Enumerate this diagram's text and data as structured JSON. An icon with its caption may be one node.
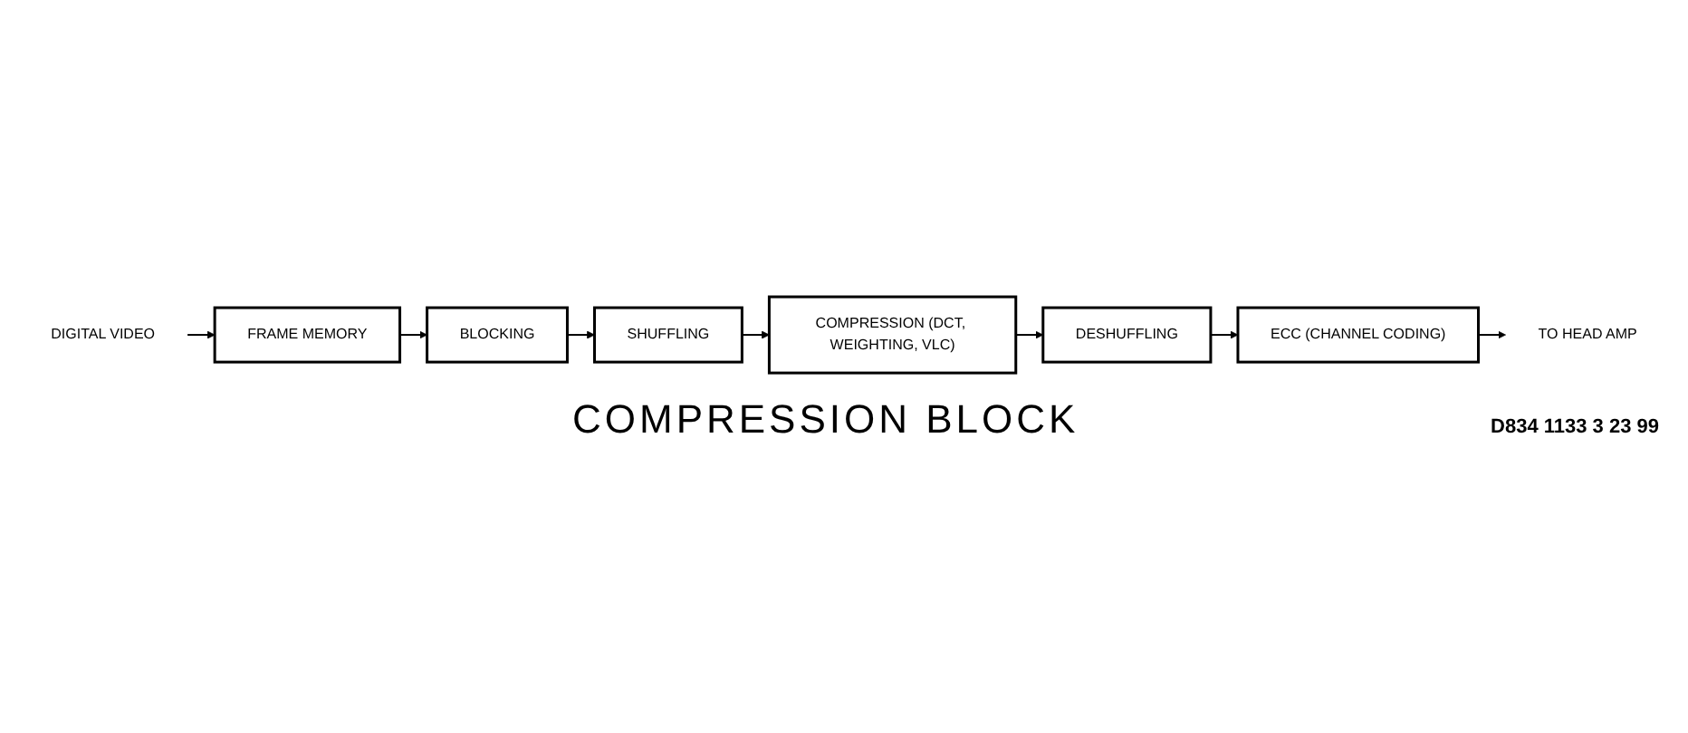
{
  "diagram": {
    "caption": "COMPRESSION BLOCK",
    "nodes": [
      {
        "text": [
          "DIGITAL VIDEO"
        ]
      },
      {
        "text": [
          "FRAME MEMORY"
        ]
      },
      {
        "text": [
          "BLOCKING"
        ]
      },
      {
        "text": [
          "SHUFFLING"
        ]
      },
      {
        "text": [
          "COMPRESSION (DCT, WEIGHTING, VLC)"
        ]
      },
      {
        "text": [
          "DESHUFFLING"
        ]
      },
      {
        "text": [
          "ECC (CHANNEL CODING)"
        ]
      },
      {
        "text": [
          "TO HEAD AMP"
        ]
      }
    ],
    "edges": [
      {
        "from": 0,
        "to": 1,
        "arrow": "to"
      },
      {
        "from": 1,
        "to": 2,
        "arrow": "to"
      },
      {
        "from": 2,
        "to": 3,
        "arrow": "to"
      },
      {
        "from": 3,
        "to": 4,
        "arrow": "to"
      },
      {
        "from": 4,
        "to": 5,
        "arrow": "to"
      },
      {
        "from": 5,
        "to": 6,
        "arrow": "to"
      },
      {
        "from": 6,
        "to": 7,
        "arrow": "to"
      }
    ],
    "labels": [
      "D834 1133 3 23 99"
    ]
  }
}
